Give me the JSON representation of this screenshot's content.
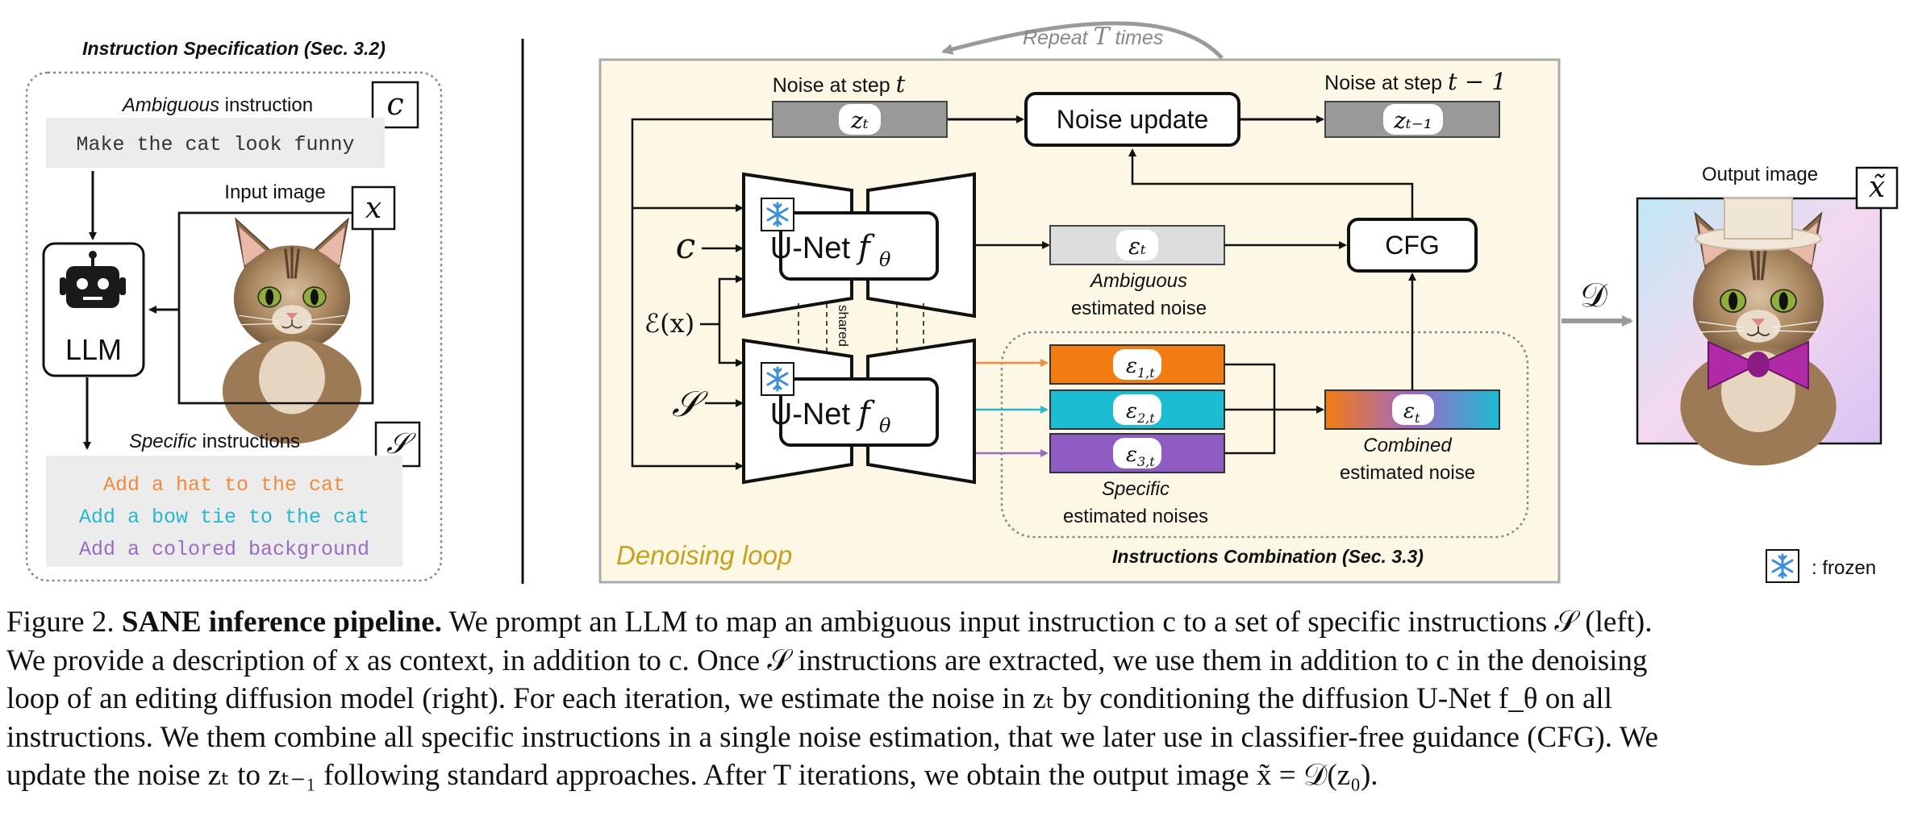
{
  "figure": {
    "left_panel": {
      "title": "Instruction Specification (Sec. 3.2)",
      "ambiguous_label_em": "Ambiguous",
      "ambiguous_label_rest": " instruction",
      "ambiguous_instruction": "Make the cat look funny",
      "input_image_label": "Input image",
      "llm_label": "LLM",
      "specific_label_em": "Specific",
      "specific_label_rest": " instructions",
      "specific_instructions": [
        {
          "text": "Add a hat to the cat",
          "color": "#f08a3c"
        },
        {
          "text": "Add a bow tie to the cat",
          "color": "#27b7cf"
        },
        {
          "text": "Add a colored background",
          "color": "#9a6cc0"
        }
      ],
      "symbol_c": "c",
      "symbol_x": "x",
      "symbol_s": "𝒮"
    },
    "right_panel": {
      "repeat_label_a": "Repeat ",
      "repeat_label_t": "T",
      "repeat_label_b": " times",
      "noise_step_t_label": "Noise at step ",
      "noise_step_t_var": "t",
      "noise_step_t1_label": "Noise at step ",
      "noise_step_t1_var": "t − 1",
      "z_t": "zₜ",
      "z_t1": "zₜ₋₁",
      "noise_update": "Noise update",
      "unet_label": "U-Net",
      "unet_var": "f",
      "unet_sub": "θ",
      "shared": "shared",
      "input_c": "c",
      "input_ex": "ℰ(x)",
      "input_s": "𝒮",
      "eps_t": "εₜ",
      "ambiguous_noise_em": "Ambiguous",
      "ambiguous_noise_rest": "estimated noise",
      "cfg": "CFG",
      "eps_specific": [
        {
          "label": "ε",
          "sub": "1,t",
          "color": "#f27c12"
        },
        {
          "label": "ε",
          "sub": "2,t",
          "color": "#1cbcd2"
        },
        {
          "label": "ε",
          "sub": "3,t",
          "color": "#8e5cc2"
        }
      ],
      "eps_combined": "ε",
      "eps_combined_sub": "t",
      "combined_em": "Combined",
      "combined_rest": "estimated noise",
      "specific_noises_em": "Specific",
      "specific_noises_rest": "estimated noises",
      "combination_title": "Instructions Combination (Sec. 3.3)",
      "denoising_loop": "Denoising loop",
      "decoder": "𝒟",
      "output_image_label": "Output image",
      "output_symbol": "x̃",
      "frozen_label": ": frozen",
      "loop_bg": "#fdf8e6"
    },
    "caption": {
      "label": "Figure 2. ",
      "title": "SANE inference pipeline.",
      "lines": [
        " We prompt an LLM to map an ambiguous input instruction c to a set of specific instructions 𝒮 (left).",
        "We provide a description of x as context, in addition to c. Once 𝒮 instructions are extracted, we use them in addition to c in the denoising",
        "loop of an editing diffusion model (right). For each iteration, we estimate the noise in zₜ by conditioning the diffusion U-Net f_θ on all",
        "instructions. We them combine all specific instructions in a single noise estimation, that we later use in classifier-free guidance (CFG). We",
        "update the noise zₜ to zₜ₋₁ following standard approaches. After T iterations, we obtain the output image x̃ = 𝒟(z₀)."
      ]
    }
  }
}
